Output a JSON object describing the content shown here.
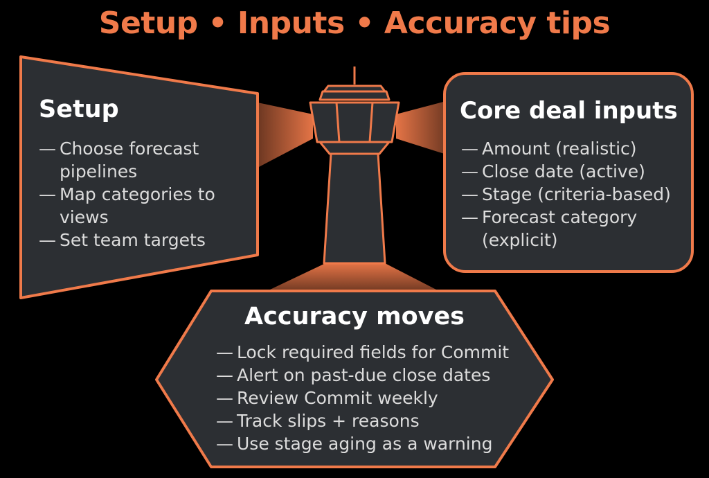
{
  "colors": {
    "background": "#000000",
    "accent": "#f07a4a",
    "panel_fill": "#2c2f33",
    "text": "#ffffff",
    "list_text": "#dcdcdc"
  },
  "header": {
    "title": "Setup • Inputs • Accuracy tips"
  },
  "panels": {
    "setup": {
      "title": "Setup",
      "items": [
        "Choose forecast pipelines",
        "Map categories to views",
        "Set team targets"
      ]
    },
    "inputs": {
      "title": "Core deal inputs",
      "items": [
        "Amount (realistic)",
        "Close date (active)",
        "Stage (criteria-based)",
        "Forecast category (explicit)"
      ]
    },
    "accuracy": {
      "title": "Accuracy moves",
      "items": [
        "Lock required fields for Commit",
        "Alert on past-due close dates",
        "Review Commit weekly",
        "Track slips + reasons",
        "Use stage aging as a warning"
      ]
    }
  },
  "icons": {
    "tower": "control-tower-icon"
  }
}
